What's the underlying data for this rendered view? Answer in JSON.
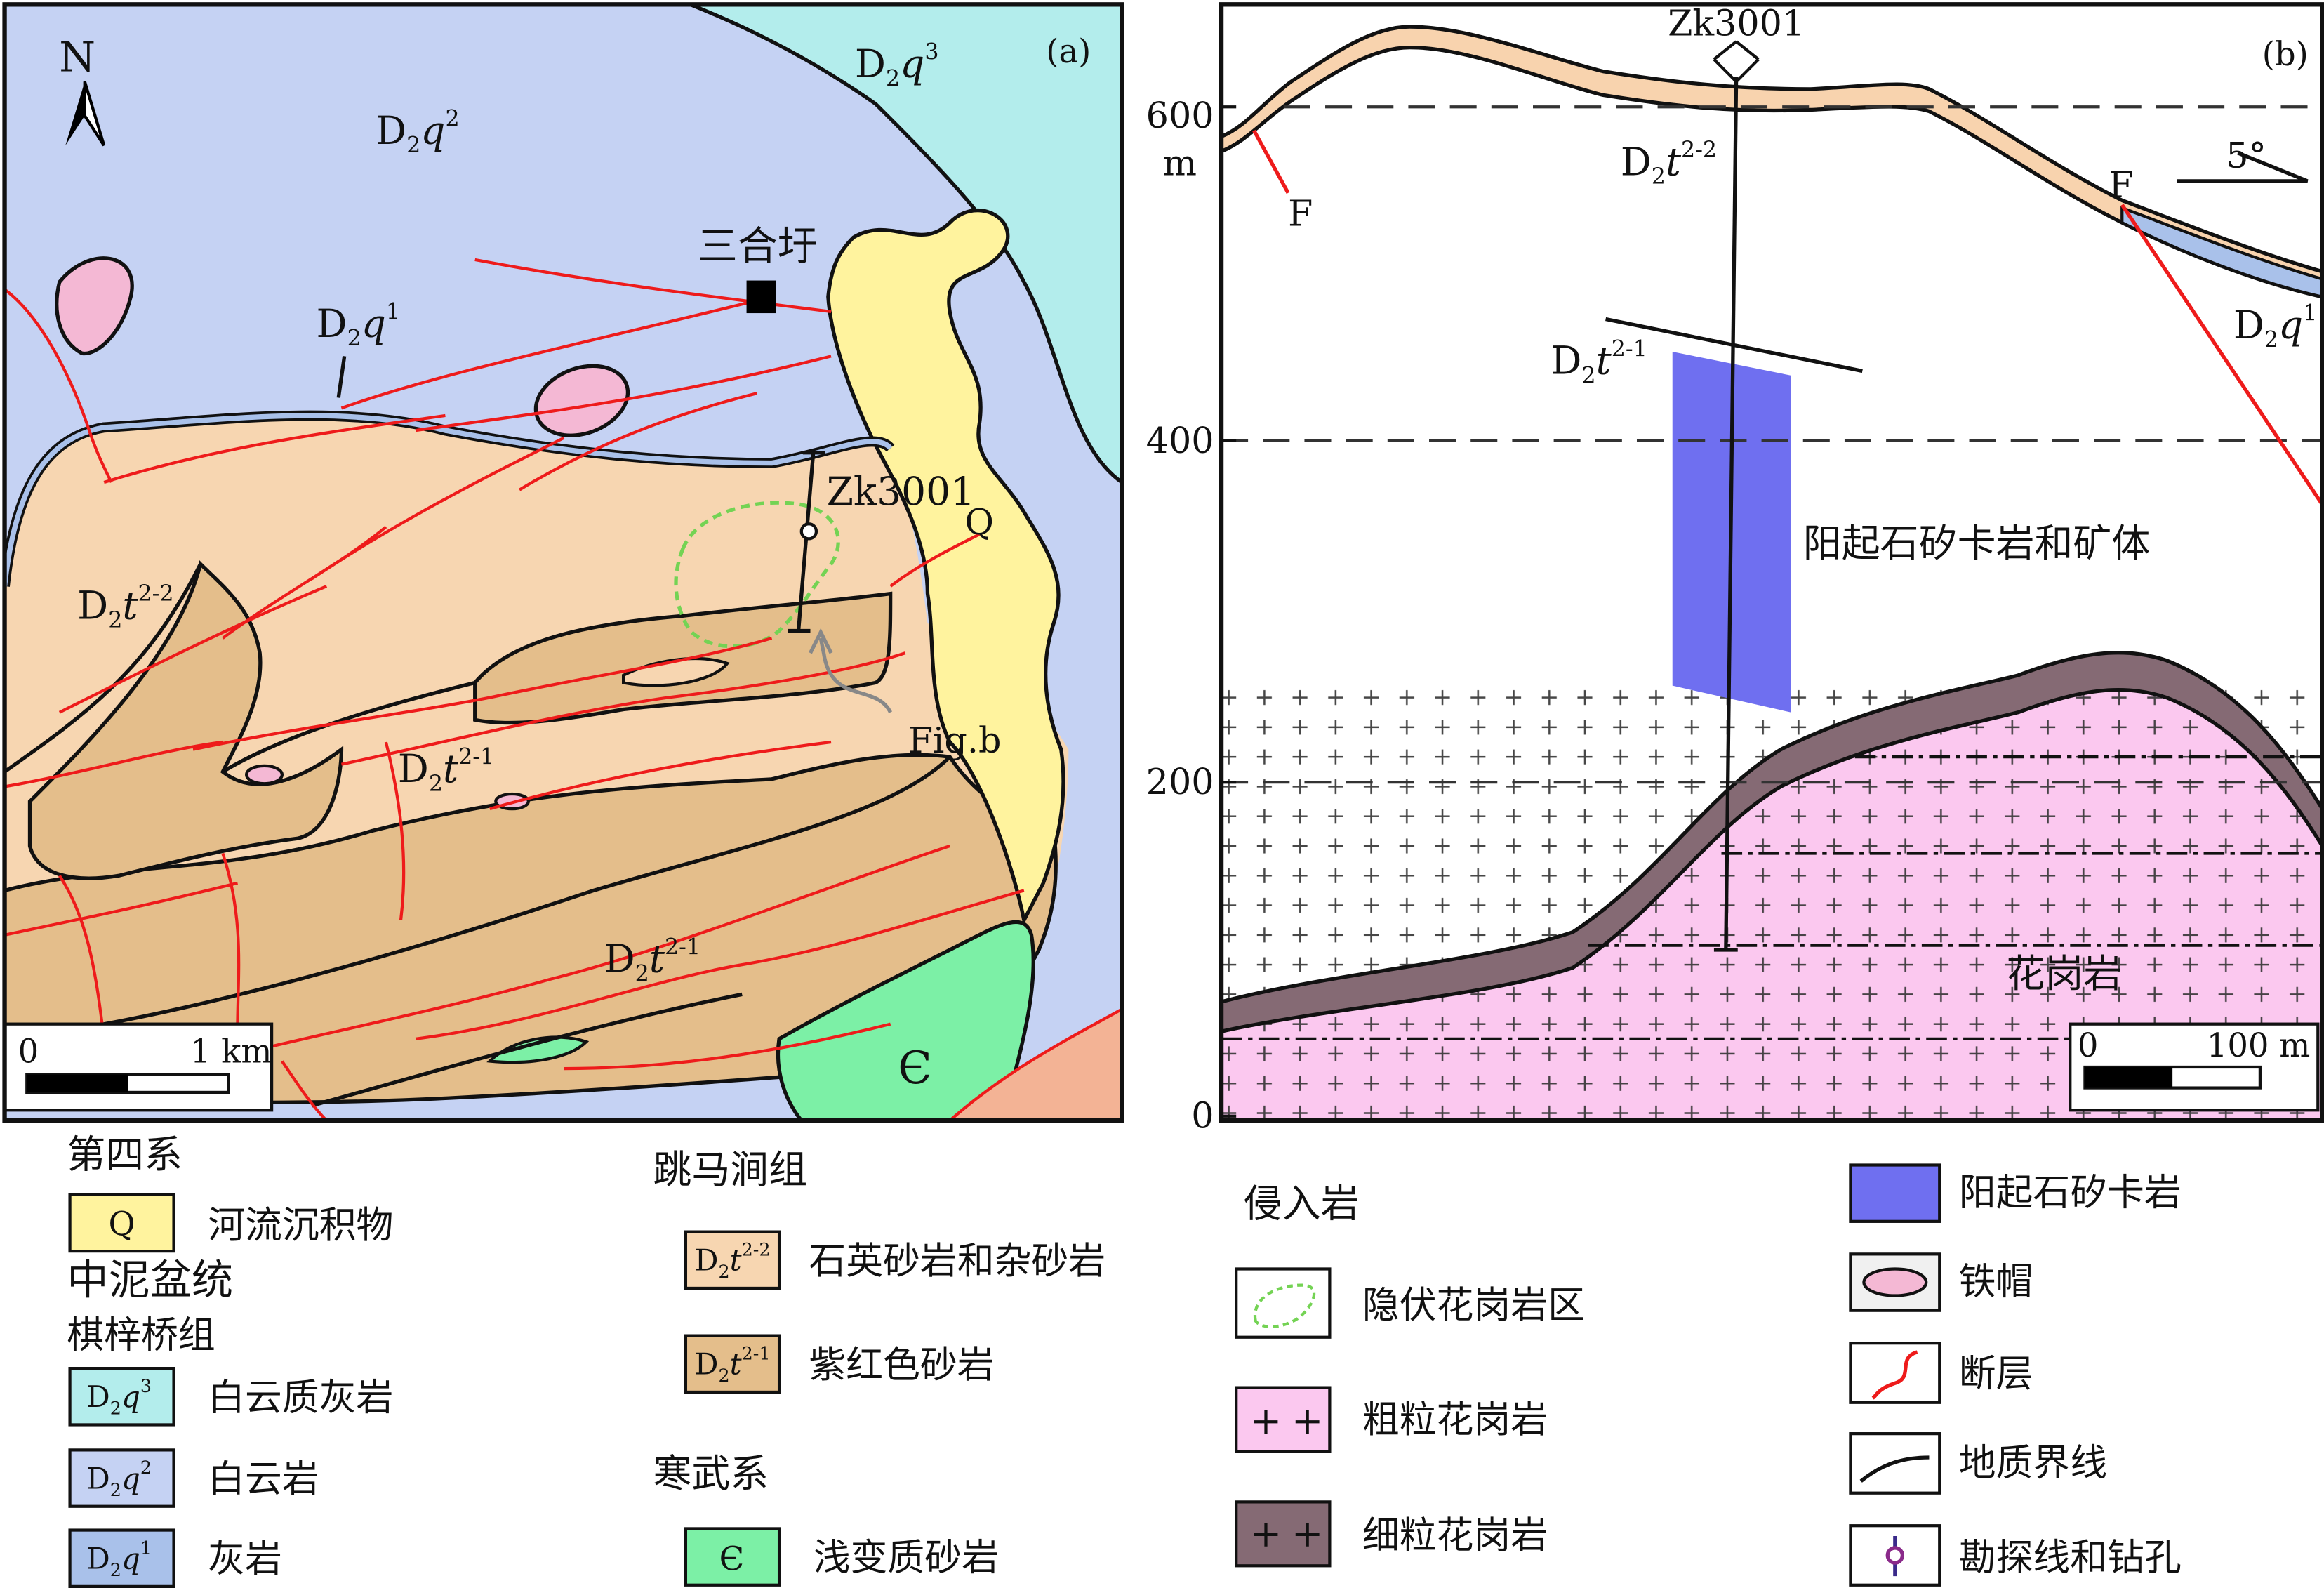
{
  "colors": {
    "D2q3": "#b3edec",
    "D2q2": "#c5d2f3",
    "D2q1": "#a9c1ea",
    "D2t22": "#f7d6b1",
    "D2t21": "#e4be8b",
    "Q": "#fff39e",
    "cambrian": "#7cf0a6",
    "coarse_granite": "#fbc8ef",
    "fine_granite": "#856a74",
    "actinolite": "#6f6ff0",
    "gossan": "#f4b8d4",
    "fault": "#ee1b1b",
    "hidden_granite": "#74d354",
    "section_top": "#f8d3ae"
  },
  "map_a": {
    "panel_label": "(a)",
    "north_label": "N",
    "north_icon": "north-arrow-icon",
    "village": "三合圩",
    "village_icon": "black-square-icon",
    "drillhole_label": "Zk3001",
    "fig_b_label": "Fig.b",
    "scale_zero": "0",
    "scale_end": "1 km",
    "units": {
      "q3": {
        "main": "D",
        "sub": "2",
        "letter": "q",
        "sup": "3"
      },
      "q2": {
        "main": "D",
        "sub": "2",
        "letter": "q",
        "sup": "2"
      },
      "q1": {
        "main": "D",
        "sub": "2",
        "letter": "q",
        "sup": "1"
      },
      "t22": {
        "main": "D",
        "sub": "2",
        "letter": "t",
        "sup": "2-2"
      },
      "t21a": {
        "main": "D",
        "sub": "2",
        "letter": "t",
        "sup": "2-1"
      },
      "t21b": {
        "main": "D",
        "sub": "2",
        "letter": "t",
        "sup": "2-1"
      },
      "Q": "Q",
      "cambrian": "Є"
    }
  },
  "section_b": {
    "panel_label": "(b)",
    "drillhole_label": "Zk3001",
    "y_unit": "m",
    "elevation_ticks": [
      "600",
      "400",
      "200",
      "0"
    ],
    "fault_left": "F",
    "fault_right": "F",
    "dip": "5°",
    "orebody_label": "阳起石矽卡岩和矿体",
    "granite_label": "花岗岩",
    "scale_zero": "0",
    "scale_end": "100 m",
    "units": {
      "t22": {
        "main": "D",
        "sub": "2",
        "letter": "t",
        "sup": "2-2"
      },
      "t21": {
        "main": "D",
        "sub": "2",
        "letter": "t",
        "sup": "2-1"
      },
      "q1": {
        "main": "D",
        "sub": "2",
        "letter": "q",
        "sup": "1"
      }
    }
  },
  "legend": {
    "quaternary": {
      "title": "第四系",
      "items": [
        {
          "symbol": "Q",
          "label": "河流沉积物"
        }
      ]
    },
    "middle_devonian": {
      "title": "中泥盆统",
      "subtitle": "棋梓桥组",
      "items": [
        {
          "sym": {
            "main": "D",
            "sub": "2",
            "letter": "q",
            "sup": "3"
          },
          "label": "白云质灰岩"
        },
        {
          "sym": {
            "main": "D",
            "sub": "2",
            "letter": "q",
            "sup": "2"
          },
          "label": "白云岩"
        },
        {
          "sym": {
            "main": "D",
            "sub": "2",
            "letter": "q",
            "sup": "1"
          },
          "label": "灰岩"
        }
      ]
    },
    "tiaomajian": {
      "title": "跳马涧组",
      "items": [
        {
          "sym": {
            "main": "D",
            "sub": "2",
            "letter": "t",
            "sup": "2-2"
          },
          "label": "石英砂岩和杂砂岩"
        },
        {
          "sym": {
            "main": "D",
            "sub": "2",
            "letter": "t",
            "sup": "2-1"
          },
          "label": "紫红色砂岩"
        }
      ]
    },
    "cambrian": {
      "title": "寒武系",
      "items": [
        {
          "symbol": "Є",
          "label": "浅变质砂岩"
        }
      ]
    },
    "intrusive": {
      "title": "侵入岩",
      "items": [
        {
          "label": "隐伏花岗岩区",
          "icon": "hidden-granite-icon"
        },
        {
          "label": "粗粒花岗岩",
          "icon": "coarse-granite-icon"
        },
        {
          "label": "细粒花岗岩",
          "icon": "fine-granite-icon"
        }
      ]
    },
    "other": {
      "items": [
        {
          "label": "阳起石矽卡岩",
          "icon": "actinolite-skarn-icon"
        },
        {
          "label": "铁帽",
          "icon": "gossan-icon"
        },
        {
          "label": "断层",
          "icon": "fault-icon"
        },
        {
          "label": "地质界线",
          "icon": "geologic-boundary-icon"
        },
        {
          "label": "勘探线和钻孔",
          "icon": "drill-line-icon"
        }
      ]
    }
  }
}
